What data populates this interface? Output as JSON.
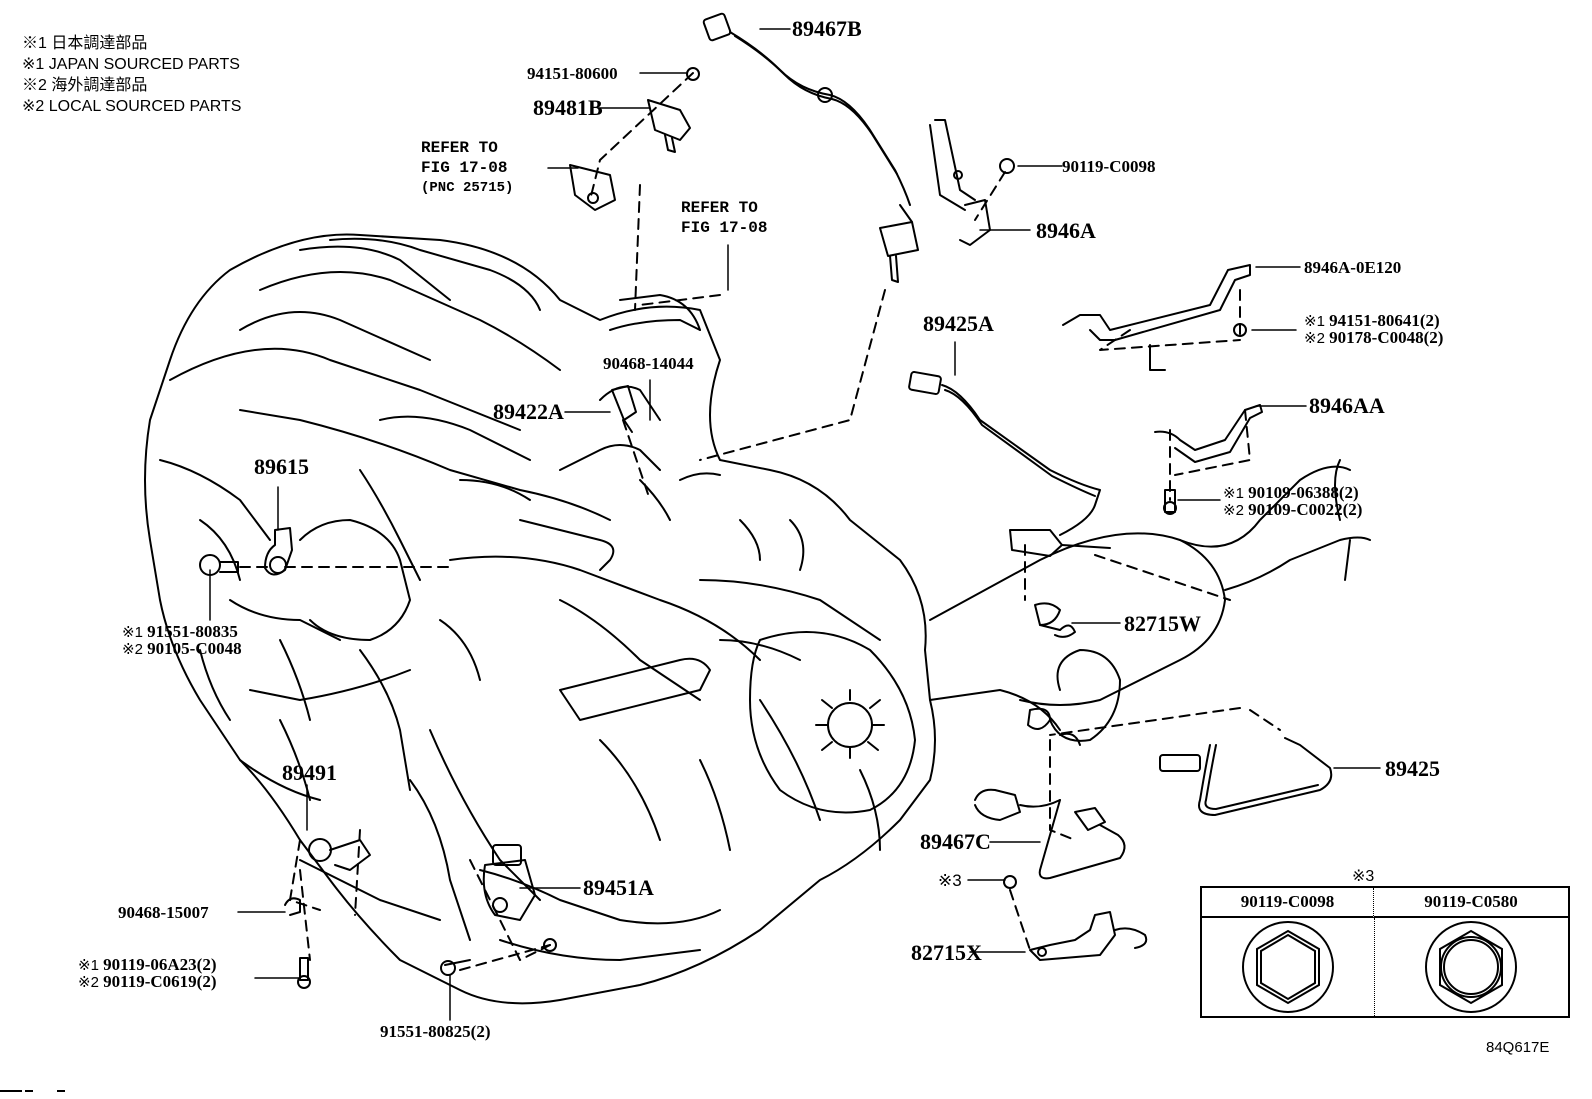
{
  "legend": [
    {
      "mark": "※1",
      "text": "日本調達部品"
    },
    {
      "mark": "※1",
      "text": "JAPAN SOURCED PARTS"
    },
    {
      "mark": "※2",
      "text": "海外調達部品"
    },
    {
      "mark": "※2",
      "text": "LOCAL SOURCED PARTS"
    }
  ],
  "labels": {
    "p89467B": "89467B",
    "p94151_80600": "94151-80600",
    "p89481B": "89481B",
    "ref1_line1": "REFER TO",
    "ref1_line2": "FIG 17-08",
    "ref1_line3": "(PNC 25715)",
    "ref2_line1": "REFER TO",
    "ref2_line2": "FIG 17-08",
    "p90119_C0098": "90119-C0098",
    "p8946A": "8946A",
    "p8946A_0E120": "8946A-0E120",
    "p94151_80641_mark": "※1",
    "p94151_80641": "94151-80641(2)",
    "p90178_C0048_mark": "※2",
    "p90178_C0048": "90178-C0048(2)",
    "p89425A": "89425A",
    "p8946AA": "8946AA",
    "p90109_06388_mark": "※1",
    "p90109_06388": "90109-06388(2)",
    "p90109_C0022_mark": "※2",
    "p90109_C0022": "90109-C0022(2)",
    "p90468_14044": "90468-14044",
    "p89422A": "89422A",
    "p89615": "89615",
    "p91551_80835_mark": "※1",
    "p91551_80835": "91551-80835",
    "p90105_C0048_mark": "※2",
    "p90105_C0048": "90105-C0048",
    "p82715W": "82715W",
    "p89425": "89425",
    "p89491": "89491",
    "p90468_15007": "90468-15007",
    "p90119_06A23_mark": "※1",
    "p90119_06A23": "90119-06A23(2)",
    "p90119_C0619_mark": "※2",
    "p90119_C0619": "90119-C0619(2)",
    "p89451A": "89451A",
    "p91551_80825": "91551-80825(2)",
    "p89467C": "89467C",
    "note3_mark": "※3",
    "p82715X": "82715X"
  },
  "note3_table": {
    "title": "※3",
    "columns": [
      {
        "part": "90119-C0098",
        "icon": "hex-socket-bolt-head-icon"
      },
      {
        "part": "90119-C0580",
        "icon": "hex-flange-bolt-head-icon"
      }
    ]
  },
  "figure_id": "84Q617E"
}
